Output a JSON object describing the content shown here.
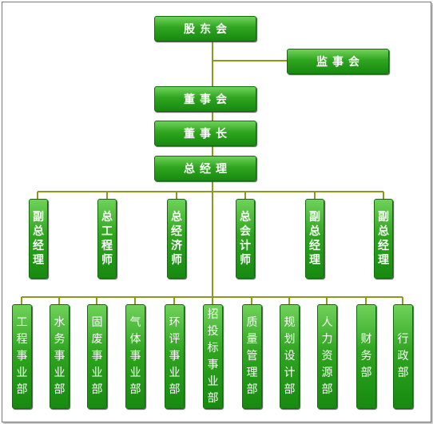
{
  "top": {
    "shareholders": "股东会",
    "supervisors": "监事会",
    "board": "董事会",
    "chairman": "董事长",
    "gm": "总经理"
  },
  "executives": [
    "副总经理",
    "总工程师",
    "总经济师",
    "总会计师",
    "副总经理",
    "副总经理"
  ],
  "departments": [
    "工程事业部",
    "水务事业部",
    "固废事业部",
    "气体事业部",
    "环评事业部",
    "招投标事业部",
    "质量管理部",
    "规划设计部",
    "人力资源部",
    "财务部",
    "行政部"
  ],
  "colors": {
    "box": "#2fa51f",
    "line": "#8a9a20",
    "text": "#ffffff"
  }
}
